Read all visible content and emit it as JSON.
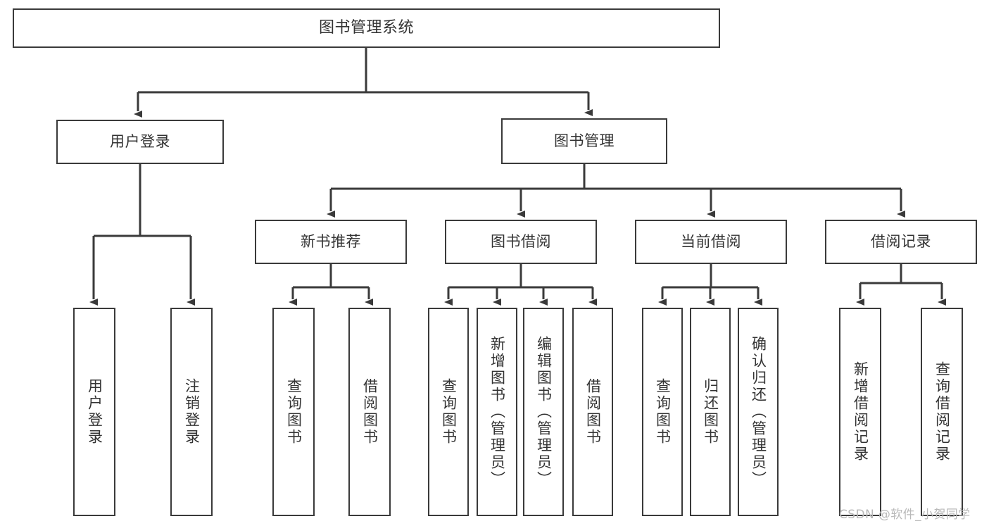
{
  "diagram": {
    "type": "tree-hierarchy-chart",
    "title": "图书管理系统",
    "watermark": "CSDN @软件_小贺同学",
    "colors": {
      "box_border": "#3a3a3a",
      "box_fill": "#ffffff",
      "connector": "#3a3a3a",
      "text": "#333333",
      "watermark": "#b9b9b9",
      "background": "#ffffff"
    },
    "levels": [
      {
        "level": 1,
        "nodes": [
          {
            "id": "root",
            "label": "图书管理系统",
            "orientation": "horizontal"
          }
        ]
      },
      {
        "level": 2,
        "nodes": [
          {
            "id": "user-login",
            "label": "用户登录",
            "orientation": "horizontal",
            "parent": "root"
          },
          {
            "id": "book-manage",
            "label": "图书管理",
            "orientation": "horizontal",
            "parent": "root"
          }
        ]
      },
      {
        "level": 3,
        "nodes": [
          {
            "id": "new-book-rec",
            "label": "新书推荐",
            "orientation": "horizontal",
            "parent": "book-manage"
          },
          {
            "id": "book-borrow",
            "label": "图书借阅",
            "orientation": "horizontal",
            "parent": "book-manage"
          },
          {
            "id": "current-borrow",
            "label": "当前借阅",
            "orientation": "horizontal",
            "parent": "book-manage"
          },
          {
            "id": "borrow-record",
            "label": "借阅记录",
            "orientation": "horizontal",
            "parent": "book-manage"
          }
        ]
      },
      {
        "level": 4,
        "nodes": [
          {
            "id": "leaf-user-login",
            "label": "用户登录",
            "orientation": "vertical",
            "parent": "user-login"
          },
          {
            "id": "leaf-logout",
            "label": "注销登录",
            "orientation": "vertical",
            "parent": "user-login"
          },
          {
            "id": "leaf-query-book-1",
            "label": "查询图书",
            "orientation": "vertical",
            "parent": "new-book-rec"
          },
          {
            "id": "leaf-borrow-book-1",
            "label": "借阅图书",
            "orientation": "vertical",
            "parent": "new-book-rec"
          },
          {
            "id": "leaf-query-book-2",
            "label": "查询图书",
            "orientation": "vertical",
            "parent": "book-borrow"
          },
          {
            "id": "leaf-add-book",
            "label": "新增图书（管理员）",
            "orientation": "vertical",
            "parent": "book-borrow"
          },
          {
            "id": "leaf-edit-book",
            "label": "编辑图书（管理员）",
            "orientation": "vertical",
            "parent": "book-borrow"
          },
          {
            "id": "leaf-borrow-book-2",
            "label": "借阅图书",
            "orientation": "vertical",
            "parent": "book-borrow"
          },
          {
            "id": "leaf-query-book-3",
            "label": "查询图书",
            "orientation": "vertical",
            "parent": "current-borrow"
          },
          {
            "id": "leaf-return-book",
            "label": "归还图书",
            "orientation": "vertical",
            "parent": "current-borrow"
          },
          {
            "id": "leaf-confirm-return",
            "label": "确认归还（管理员）",
            "orientation": "vertical",
            "parent": "current-borrow"
          },
          {
            "id": "leaf-add-record",
            "label": "新增借阅记录",
            "orientation": "vertical",
            "parent": "borrow-record"
          },
          {
            "id": "leaf-query-record",
            "label": "查询借阅记录",
            "orientation": "vertical",
            "parent": "borrow-record"
          }
        ]
      }
    ]
  }
}
